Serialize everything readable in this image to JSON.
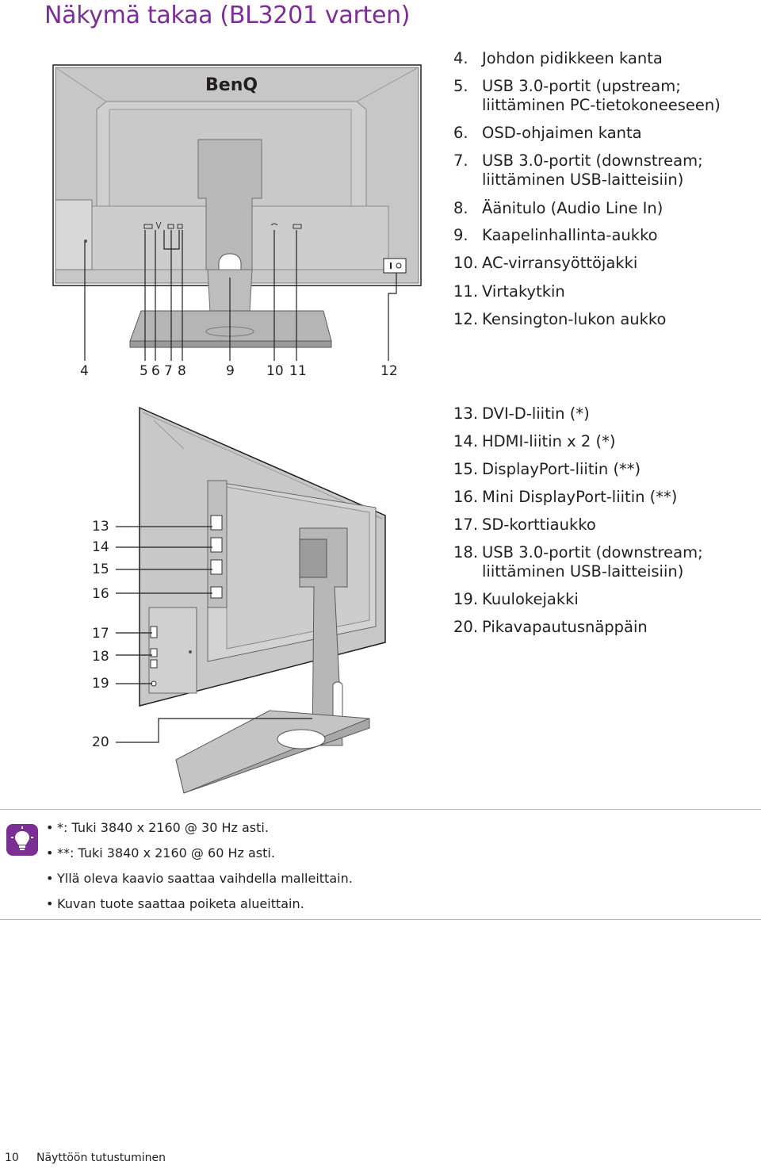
{
  "page": {
    "title": "Näkymä takaa (BL3201 varten)",
    "footer_page": "10",
    "footer_section": "Näyttöön tutustuminen"
  },
  "monitor": {
    "brand_logo": "BenQ",
    "back_view_callouts": [
      "4",
      "5",
      "6",
      "7",
      "8",
      "9",
      "10",
      "11",
      "12"
    ],
    "side_view_callouts": [
      "13",
      "14",
      "15",
      "16",
      "17",
      "18",
      "19",
      "20"
    ]
  },
  "legend_back": [
    {
      "num": "4.",
      "text": "Johdon pidikkeen kanta"
    },
    {
      "num": "5.",
      "text": "USB 3.0-portit (upstream;",
      "text2": "liittäminen PC-tietokoneeseen)"
    },
    {
      "num": "6.",
      "text": "OSD-ohjaimen kanta"
    },
    {
      "num": "7.",
      "text": "USB 3.0-portit (downstream;",
      "text2": "liittäminen USB-laitteisiin)"
    },
    {
      "num": "8.",
      "text": "Äänitulo (Audio Line In)"
    },
    {
      "num": "9.",
      "text": "Kaapelinhallinta-aukko"
    },
    {
      "num": "10.",
      "text": "AC-virransyöttöjakki"
    },
    {
      "num": "11.",
      "text": "Virtakytkin"
    },
    {
      "num": "12.",
      "text": "Kensington-lukon aukko"
    }
  ],
  "legend_side": [
    {
      "num": "13.",
      "text": "DVI-D-liitin (*)"
    },
    {
      "num": "14.",
      "text": "HDMI-liitin x 2 (*)"
    },
    {
      "num": "15.",
      "text": "DisplayPort-liitin (**)"
    },
    {
      "num": "16.",
      "text": "Mini DisplayPort-liitin (**)"
    },
    {
      "num": "17.",
      "text": "SD-korttiaukko"
    },
    {
      "num": "18.",
      "text": "USB 3.0-portit (downstream;",
      "text2": "liittäminen USB-laitteisiin)"
    },
    {
      "num": "19.",
      "text": "Kuulokejakki"
    },
    {
      "num": "20.",
      "text": "Pikavapautusnäppäin"
    }
  ],
  "notes": [
    "*: Tuki 3840 x 2160 @ 30 Hz asti.",
    "**: Tuki 3840 x 2160 @ 60 Hz asti.",
    "Yllä oleva kaavio saattaa vaihdella malleittain.",
    "Kuvan tuote saattaa poiketa alueittain."
  ],
  "colors": {
    "title": "#7b2f95",
    "note_icon": "#7b2f95",
    "monitor_body": "#c4c4c4",
    "monitor_panel": "#cdcdcd",
    "outline": "#231f20"
  },
  "icons": {
    "note": "lightbulb-icon",
    "bullet": "•"
  }
}
